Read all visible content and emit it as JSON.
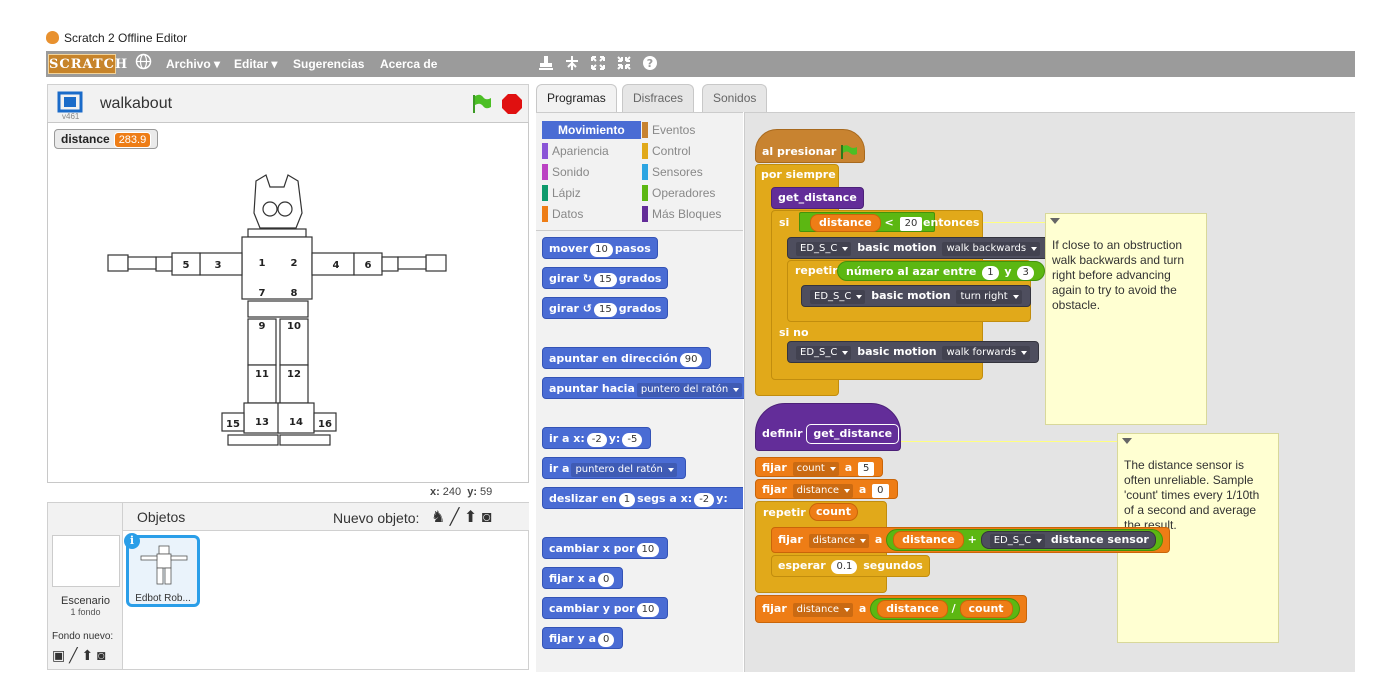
{
  "window": {
    "title": "Scratch 2 Offline Editor"
  },
  "menubar": {
    "logo": "SCRATCH",
    "items": [
      "Archivo ▾",
      "Editar ▾",
      "Sugerencias",
      "Acerca de"
    ],
    "tool_icons": [
      "stamp-icon",
      "cut-icon",
      "grow-icon",
      "shrink-icon",
      "help-icon"
    ]
  },
  "stage": {
    "project_name": "walkabout",
    "version": "v461",
    "monitor": {
      "label": "distance",
      "value": "283.9"
    },
    "coords": {
      "x_label": "x:",
      "x_value": "240",
      "y_label": "y:",
      "y_value": "59"
    },
    "servo_ids": [
      "1",
      "2",
      "3",
      "4",
      "5",
      "6",
      "7",
      "8",
      "9",
      "10",
      "11",
      "12",
      "13",
      "14",
      "15",
      "16"
    ]
  },
  "sprites": {
    "header": "Objetos",
    "new_label": "Nuevo objeto:",
    "stage_name": "Escenario",
    "stage_bg": "1 fondo",
    "new_bg": "Fondo nuevo:",
    "sprite_name": "Edbot Rob..."
  },
  "tabs": [
    "Programas",
    "Disfraces",
    "Sonidos"
  ],
  "categories": [
    {
      "name": "Movimiento",
      "color": "#4a6cd4",
      "selected": true
    },
    {
      "name": "Eventos",
      "color": "#c88330"
    },
    {
      "name": "Apariencia",
      "color": "#8a55d7"
    },
    {
      "name": "Control",
      "color": "#e1a91a"
    },
    {
      "name": "Sonido",
      "color": "#bb42c3"
    },
    {
      "name": "Sensores",
      "color": "#2ca5e2"
    },
    {
      "name": "Lápiz",
      "color": "#0e9a6c"
    },
    {
      "name": "Operadores",
      "color": "#5cb712"
    },
    {
      "name": "Datos",
      "color": "#ee7d16"
    },
    {
      "name": "Más Bloques",
      "color": "#632d99"
    }
  ],
  "palette": {
    "move": {
      "a": "mover",
      "n": "10",
      "b": "pasos"
    },
    "turn_right": {
      "a": "girar",
      "n": "15",
      "b": "grados"
    },
    "turn_left": {
      "a": "girar",
      "n": "15",
      "b": "grados"
    },
    "point_dir": {
      "a": "apuntar en dirección",
      "n": "90"
    },
    "point_towards": {
      "a": "apuntar hacia",
      "d": "puntero del ratón"
    },
    "goto_xy": {
      "a": "ir a x:",
      "x": "-2",
      "b": "y:",
      "y": "-5"
    },
    "goto": {
      "a": "ir a",
      "d": "puntero del ratón"
    },
    "glide": {
      "a": "deslizar en",
      "n": "1",
      "b": "segs a x:",
      "x": "-2",
      "c": "y:"
    },
    "change_x": {
      "a": "cambiar x por",
      "n": "10"
    },
    "set_x": {
      "a": "fijar x a",
      "n": "0"
    },
    "change_y": {
      "a": "cambiar y por",
      "n": "10"
    },
    "set_y": {
      "a": "fijar y a",
      "n": "0"
    }
  },
  "script1": {
    "hat": "al presionar",
    "forever": "por siempre",
    "get_distance": "get_distance",
    "if": "si",
    "var": "distance",
    "op": "<",
    "num": "20",
    "then": "entonces",
    "ext": "ED_S_C",
    "basic_motion": "basic motion",
    "walk_back": "walk backwards",
    "repeat": "repetir",
    "random": "número al azar entre",
    "r1": "1",
    "and": "y",
    "r2": "3",
    "turn_right": "turn right",
    "else": "si no",
    "walk_fwd": "walk forwards"
  },
  "script2": {
    "define": "definir",
    "name": "get_distance",
    "set": "fijar",
    "to": "a",
    "count_var": "count",
    "count_val": "5",
    "dist_var": "distance",
    "dist_val": "0",
    "repeat": "repetir",
    "count": "count",
    "plus": "+",
    "ext": "ED_S_C",
    "sensor": "distance sensor",
    "wait": "esperar",
    "wait_val": "0.1",
    "seconds": "segundos",
    "div": "/"
  },
  "notes": {
    "n1": "If close to an obstruction walk backwards and turn right before advancing again to try to avoid the obstacle.",
    "n2": "The distance sensor is often unreliable. Sample 'count' times every 1/10th of a second and average the result."
  }
}
